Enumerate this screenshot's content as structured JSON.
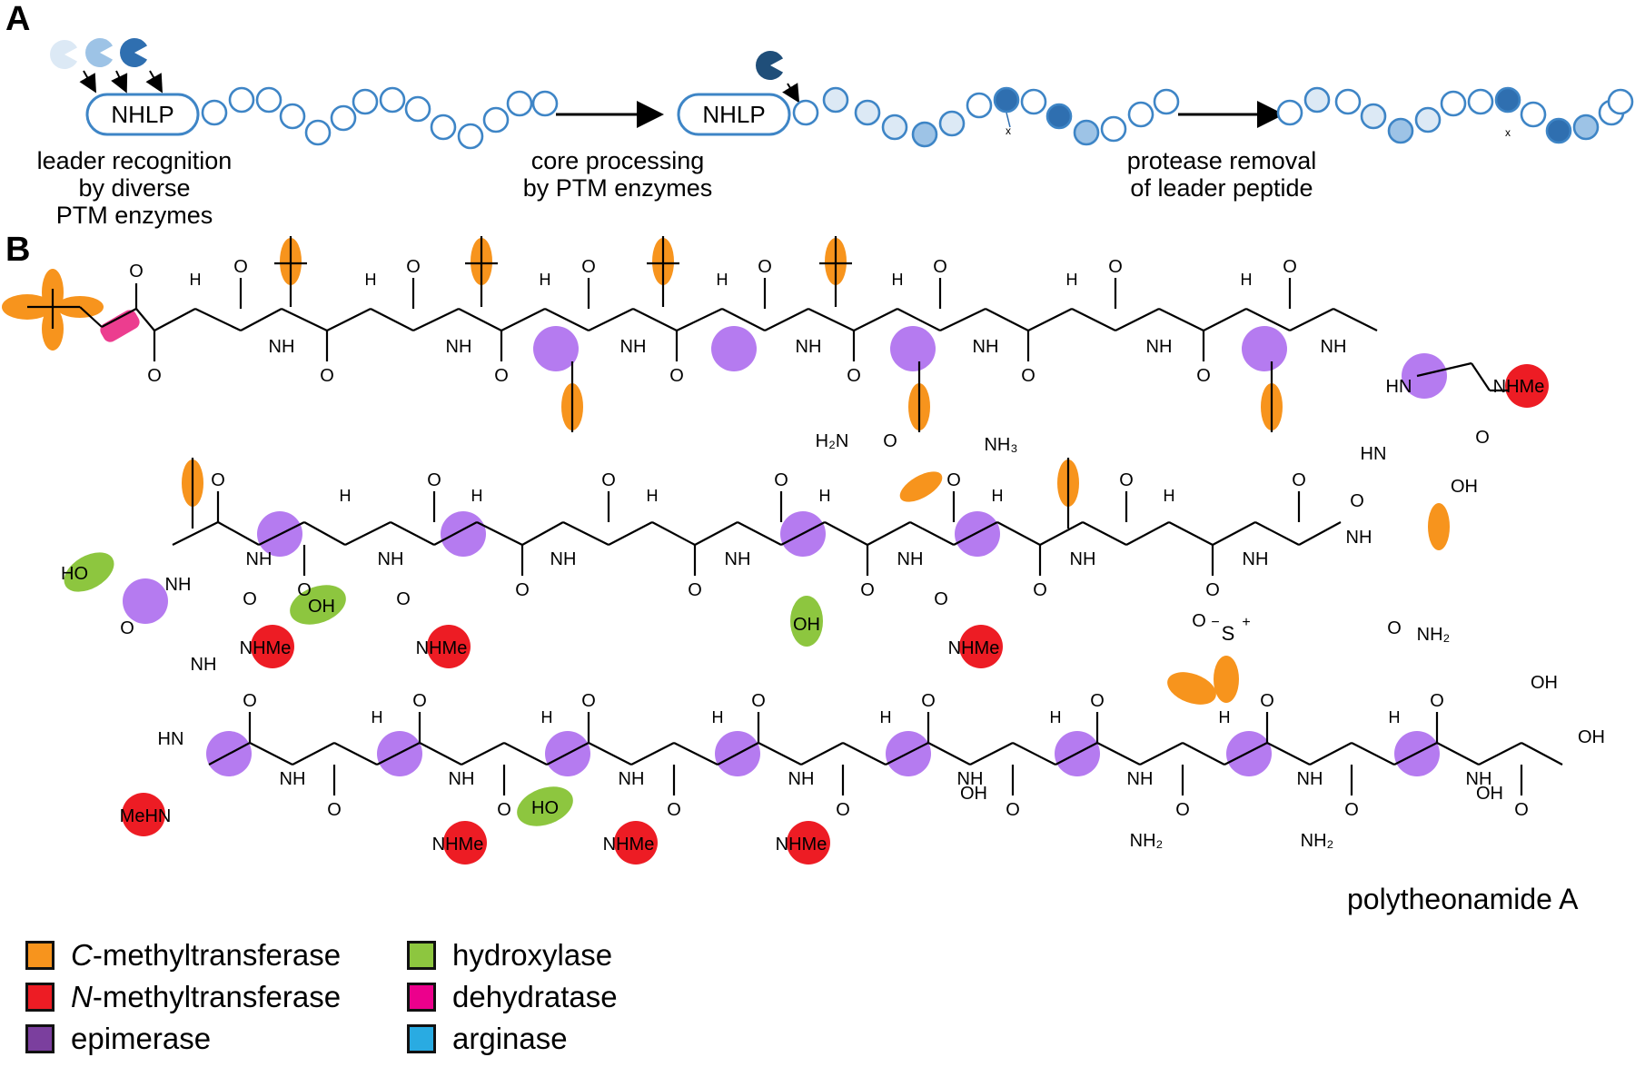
{
  "panels": {
    "a_label": "A",
    "b_label": "B"
  },
  "scheme": {
    "leader": "NHLP",
    "captions": {
      "leader_recognition": [
        "leader recognition",
        "by diverse",
        "PTM enzymes"
      ],
      "core_processing": [
        "core processing",
        "by PTM enzymes"
      ],
      "protease_removal": [
        "protease removal",
        "of leader peptide"
      ]
    },
    "crosslink_mark": "x"
  },
  "structure": {
    "compound_name": "polytheonamide A",
    "labels": {
      "h": "H",
      "o": "O",
      "nh": "NH",
      "hn": "HN",
      "oh": "OH",
      "ho": "HO",
      "nhme": "NHMe",
      "mehn": "MeHN",
      "h2n": "H₂N",
      "nh2": "NH₂",
      "nh3": "NH₃",
      "s": "S",
      "plus": "+",
      "minus": "−"
    }
  },
  "legend": {
    "items": [
      {
        "prefix": "C",
        "suffix": "-methyltransferase",
        "color": "#f7941d"
      },
      {
        "prefix": "N",
        "suffix": "-methyltransferase",
        "color": "#ed1c24"
      },
      {
        "prefix": "",
        "suffix": "epimerase",
        "color": "#7b3f9e"
      },
      {
        "prefix": "",
        "suffix": "hydroxylase",
        "color": "#8dc63f"
      },
      {
        "prefix": "",
        "suffix": "dehydratase",
        "color": "#ec008c"
      },
      {
        "prefix": "",
        "suffix": "arginase",
        "color": "#29abe2"
      }
    ]
  },
  "colors": {
    "c_methyl": "#f7941d",
    "n_methyl": "#ed1c24",
    "epimerase": "#b57bf0",
    "hydroxylase": "#8dc63f",
    "dehydratase": "#ec3d8f",
    "bead_outline": "#3e85c6",
    "bead_light": "#dce9f5",
    "bead_mid": "#9dc3e6",
    "bead_dark": "#2f6fb0",
    "enzyme_navy": "#1f4e79"
  }
}
